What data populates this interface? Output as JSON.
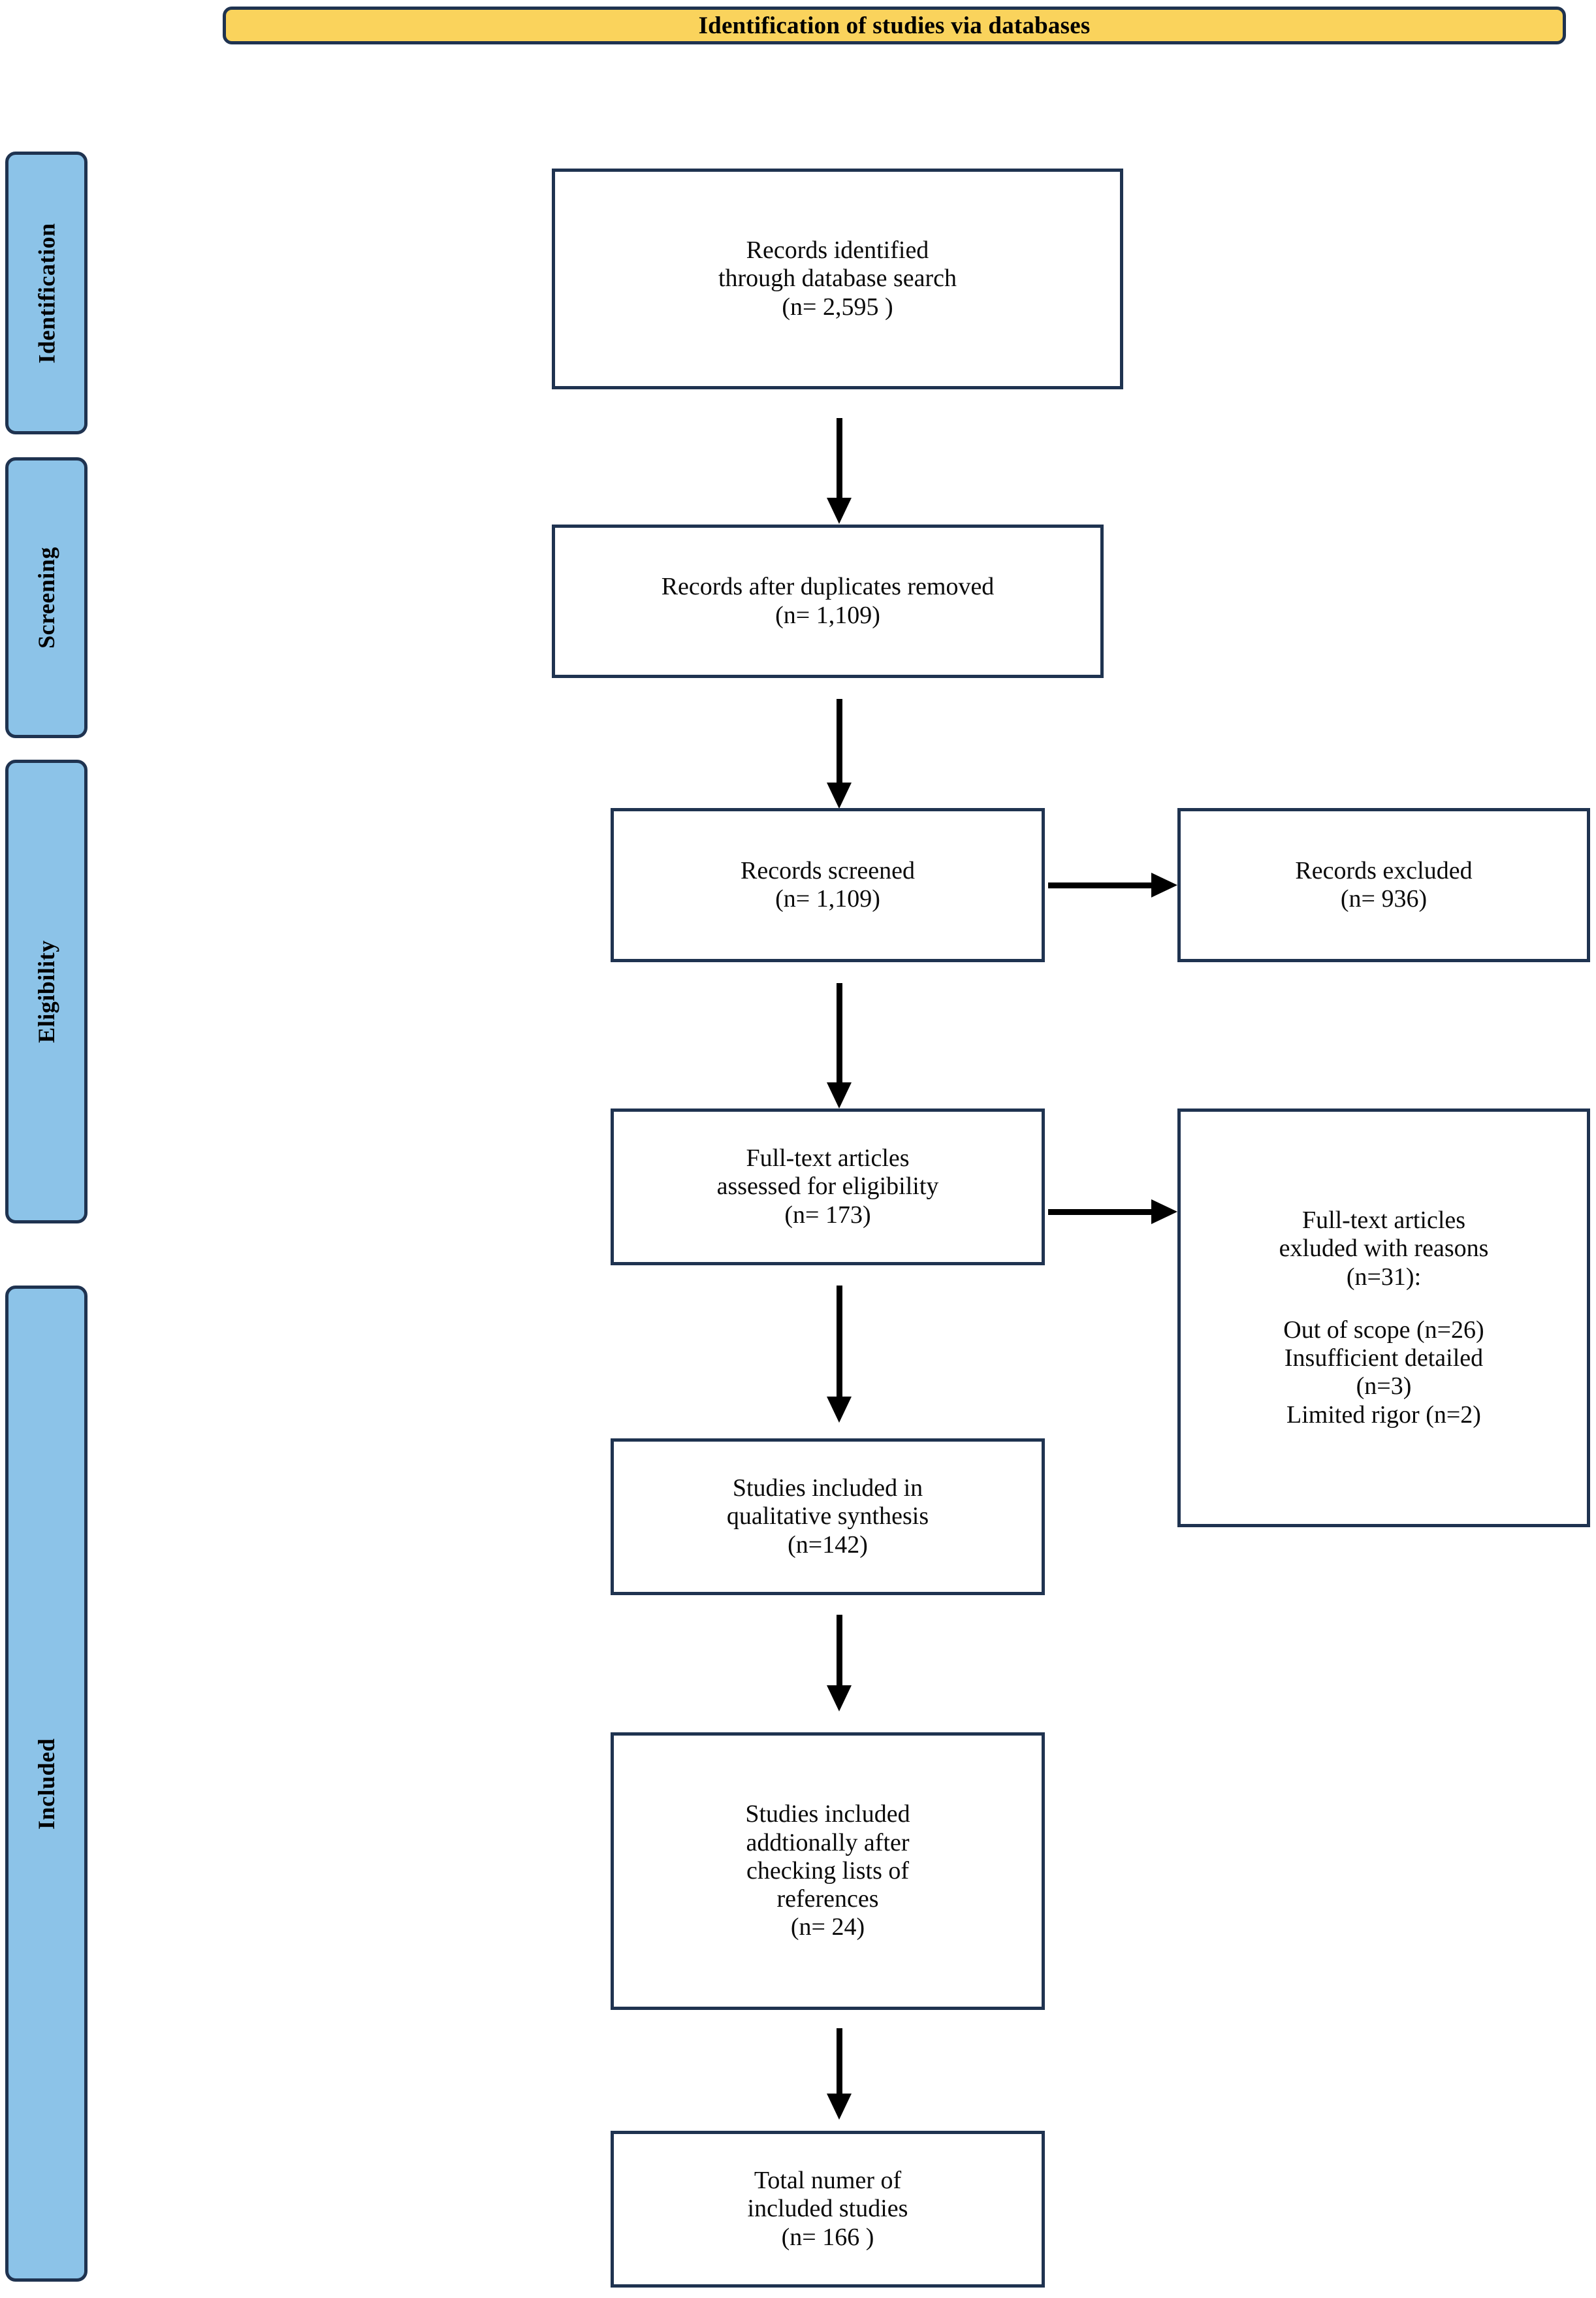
{
  "header": {
    "title": "Identification of studies via databases",
    "background_color": "#FAD35C",
    "border_color": "#1F3350"
  },
  "stages": {
    "background_color": "#8CC3E8",
    "border_color": "#1F3350",
    "items": [
      {
        "label": "Identification"
      },
      {
        "label": "Screening"
      },
      {
        "label": "Eligibility"
      },
      {
        "label": "Included"
      }
    ]
  },
  "flow": {
    "box_border_color": "#1F3350",
    "records_identified": {
      "line1": "Records identified",
      "line2": "through database search",
      "line3": "(n= 2,595 )"
    },
    "records_after_duplicates": {
      "line1": "Records after duplicates removed",
      "line2": "(n= 1,109)"
    },
    "records_screened": {
      "line1": "Records screened",
      "line2": "(n= 1,109)"
    },
    "records_excluded": {
      "line1": "Records excluded",
      "line2": "(n= 936)"
    },
    "fulltext_assessed": {
      "line1": "Full-text articles",
      "line2": "assessed for eligibility",
      "line3": "(n= 173)"
    },
    "fulltext_excluded": {
      "line1": "Full-text articles",
      "line2": "exluded with reasons",
      "line3": "(n=31):",
      "reason1": "Out of scope (n=26)",
      "reason2": "Insufficient detailed",
      "reason3": "(n=3)",
      "reason4": "Limited rigor (n=2)"
    },
    "qualitative_synthesis": {
      "line1": "Studies included in",
      "line2": "qualitative synthesis",
      "line3": "(n=142)"
    },
    "additional_references": {
      "line1": "Studies included",
      "line2": "addtionally after",
      "line3": "checking lists of",
      "line4": "references",
      "line5": "(n= 24)"
    },
    "total_included": {
      "line1": "Total numer of",
      "line2": "included studies",
      "line3": "(n= 166 )"
    }
  },
  "chart_data": {
    "type": "diagram",
    "title": "Identification of studies via databases",
    "nodes": [
      {
        "id": "records_identified",
        "label": "Records identified through database search",
        "n": 2595,
        "stage": "Identification"
      },
      {
        "id": "records_after_duplicates",
        "label": "Records after duplicates removed",
        "n": 1109,
        "stage": "Screening"
      },
      {
        "id": "records_screened",
        "label": "Records screened",
        "n": 1109,
        "stage": "Screening"
      },
      {
        "id": "records_excluded",
        "label": "Records excluded",
        "n": 936,
        "stage": "Screening"
      },
      {
        "id": "fulltext_assessed",
        "label": "Full-text articles assessed for eligibility",
        "n": 173,
        "stage": "Eligibility"
      },
      {
        "id": "fulltext_excluded",
        "label": "Full-text articles exluded with reasons",
        "n": 31,
        "stage": "Eligibility"
      },
      {
        "id": "qualitative_synthesis",
        "label": "Studies included in qualitative synthesis",
        "n": 142,
        "stage": "Included"
      },
      {
        "id": "additional_references",
        "label": "Studies included addtionally after checking lists of references",
        "n": 24,
        "stage": "Included"
      },
      {
        "id": "total_included",
        "label": "Total numer of included studies",
        "n": 166,
        "stage": "Included"
      }
    ],
    "exclusion_reasons": [
      {
        "reason": "Out of scope",
        "n": 26
      },
      {
        "reason": "Insufficient detailed",
        "n": 3
      },
      {
        "reason": "Limited rigor",
        "n": 2
      }
    ],
    "edges": [
      {
        "from": "records_identified",
        "to": "records_after_duplicates",
        "direction": "down"
      },
      {
        "from": "records_after_duplicates",
        "to": "records_screened",
        "direction": "down"
      },
      {
        "from": "records_screened",
        "to": "records_excluded",
        "direction": "right"
      },
      {
        "from": "records_screened",
        "to": "fulltext_assessed",
        "direction": "down"
      },
      {
        "from": "fulltext_assessed",
        "to": "fulltext_excluded",
        "direction": "right"
      },
      {
        "from": "fulltext_assessed",
        "to": "qualitative_synthesis",
        "direction": "down"
      },
      {
        "from": "qualitative_synthesis",
        "to": "additional_references",
        "direction": "down"
      },
      {
        "from": "additional_references",
        "to": "total_included",
        "direction": "down"
      }
    ]
  }
}
